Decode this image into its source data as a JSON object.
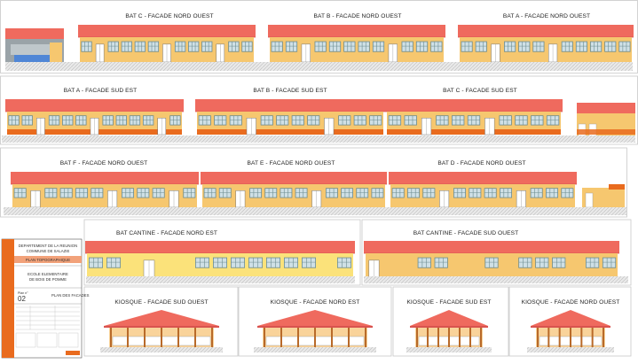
{
  "colors": {
    "roof": "#ef6a5e",
    "roof_edge": "#d9534f",
    "wall": "#f6c76f",
    "wall_light": "#fbe27a",
    "window_frame": "#6c8c90",
    "window_pane": "#cfe0e6",
    "door": "#ffffff",
    "ground": "#d8d8d8",
    "orange": "#e96b1e",
    "kiosk_roof": "#ef6a5e",
    "kiosk_wall": "#f9d39a"
  },
  "titles": {
    "row1": [
      "BAT C - FACADE NORD OUEST",
      "BAT B - FACADE NORD OUEST",
      "BAT A - FACADE NORD OUEST"
    ],
    "row2": [
      "BAT A - FACADE SUD EST",
      "BAT B - FACADE SUD EST",
      "BAT C - FACADE SUD EST"
    ],
    "row3": [
      "BAT F - FACADE NORD OUEST",
      "BAT E - FACADE NORD OUEST",
      "BAT D - FACADE NORD OUEST"
    ],
    "cantine": [
      "BAT CANTINE - FACADE NORD EST",
      "BAT CANTINE - FACADE SUD OUEST"
    ],
    "kiosque": [
      "KIOSQUE - FACADE SUD OUEST",
      "KIOSQUE - FACADE NORD EST",
      "KIOSQUE - FACADE SUD EST",
      "KIOSQUE - FACADE NORD OUEST"
    ]
  },
  "cartouche": {
    "line1": "DEPARTEMENT DE LA REUNION",
    "line2": "COMMUNE DE SALAZIE",
    "banner": "PLAN TOPOGRAPHIQUE",
    "project1": "ECOLE ELEMENTAIRE",
    "project2": "DE BOIS DE POMME",
    "plan_label": "Plan n°",
    "plan_number": "02",
    "plan_title": "PLAN DES FACADES"
  }
}
